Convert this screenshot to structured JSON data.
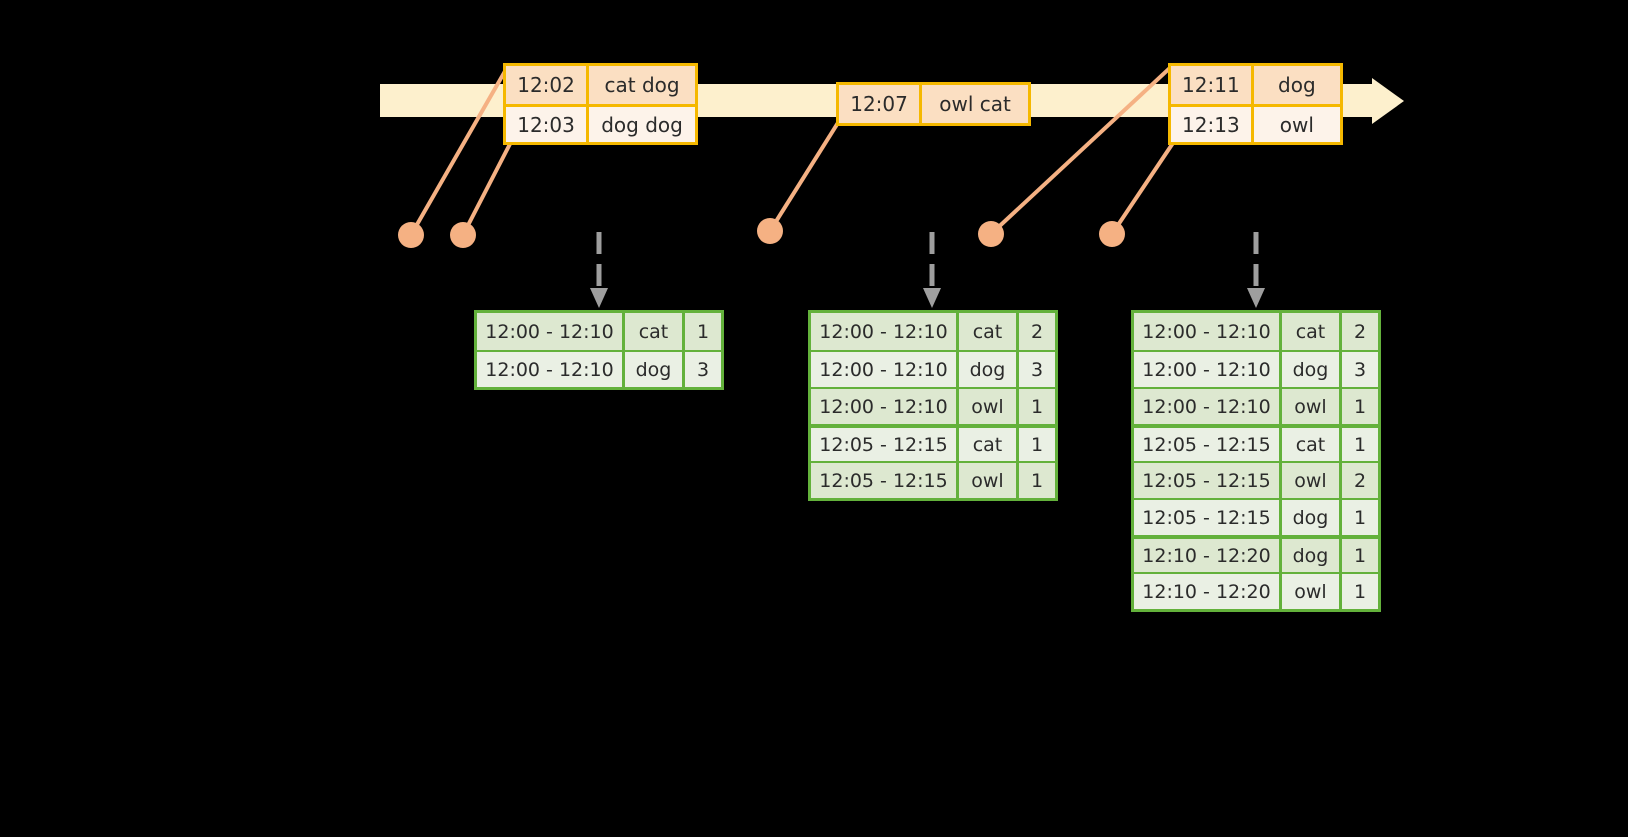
{
  "timeline": {
    "bar_color": "#fdf0cd",
    "border_color": "#f5b800",
    "arrow_label": "time-arrow"
  },
  "events": [
    {
      "id": "event-box-1",
      "rows": [
        {
          "time": "12:02",
          "words": "cat dog"
        },
        {
          "time": "12:03",
          "words": "dog dog"
        }
      ]
    },
    {
      "id": "event-box-2",
      "rows": [
        {
          "time": "12:07",
          "words": "owl cat"
        }
      ]
    },
    {
      "id": "event-box-3",
      "rows": [
        {
          "time": "12:11",
          "words": "dog"
        },
        {
          "time": "12:13",
          "words": "owl"
        }
      ]
    }
  ],
  "results": [
    {
      "id": "result-table-1",
      "rows": [
        {
          "window": "12:00 - 12:10",
          "word": "cat",
          "count": "1"
        },
        {
          "window": "12:00 - 12:10",
          "word": "dog",
          "count": "3"
        }
      ]
    },
    {
      "id": "result-table-2",
      "rows": [
        {
          "window": "12:00 - 12:10",
          "word": "cat",
          "count": "2"
        },
        {
          "window": "12:00 - 12:10",
          "word": "dog",
          "count": "3"
        },
        {
          "window": "12:00 - 12:10",
          "word": "owl",
          "count": "1"
        },
        {
          "window": "12:05 - 12:15",
          "word": "cat",
          "count": "1"
        },
        {
          "window": "12:05 - 12:15",
          "word": "owl",
          "count": "1"
        }
      ]
    },
    {
      "id": "result-table-3",
      "rows": [
        {
          "window": "12:00 - 12:10",
          "word": "cat",
          "count": "2"
        },
        {
          "window": "12:00 - 12:10",
          "word": "dog",
          "count": "3"
        },
        {
          "window": "12:00 - 12:10",
          "word": "owl",
          "count": "1"
        },
        {
          "window": "12:05 - 12:15",
          "word": "cat",
          "count": "1"
        },
        {
          "window": "12:05 - 12:15",
          "word": "owl",
          "count": "2"
        },
        {
          "window": "12:05 - 12:15",
          "word": "dog",
          "count": "1"
        },
        {
          "window": "12:10 - 12:20",
          "word": "dog",
          "count": "1"
        },
        {
          "window": "12:10 - 12:20",
          "word": "owl",
          "count": "1"
        }
      ]
    }
  ],
  "colors": {
    "background": "#000000",
    "timeline_fill": "#fdf0cd",
    "event_border": "#f5b800",
    "event_shade_dark": "#fbdfc2",
    "event_shade_light": "#fdf3ea",
    "connector": "#f5b183",
    "result_border": "#63b13b",
    "result_shade_dark": "#dde8d0",
    "result_shade_light": "#eaf0e4",
    "dashed_arrow": "#9e9e9e",
    "text": "#2b2b2b"
  }
}
